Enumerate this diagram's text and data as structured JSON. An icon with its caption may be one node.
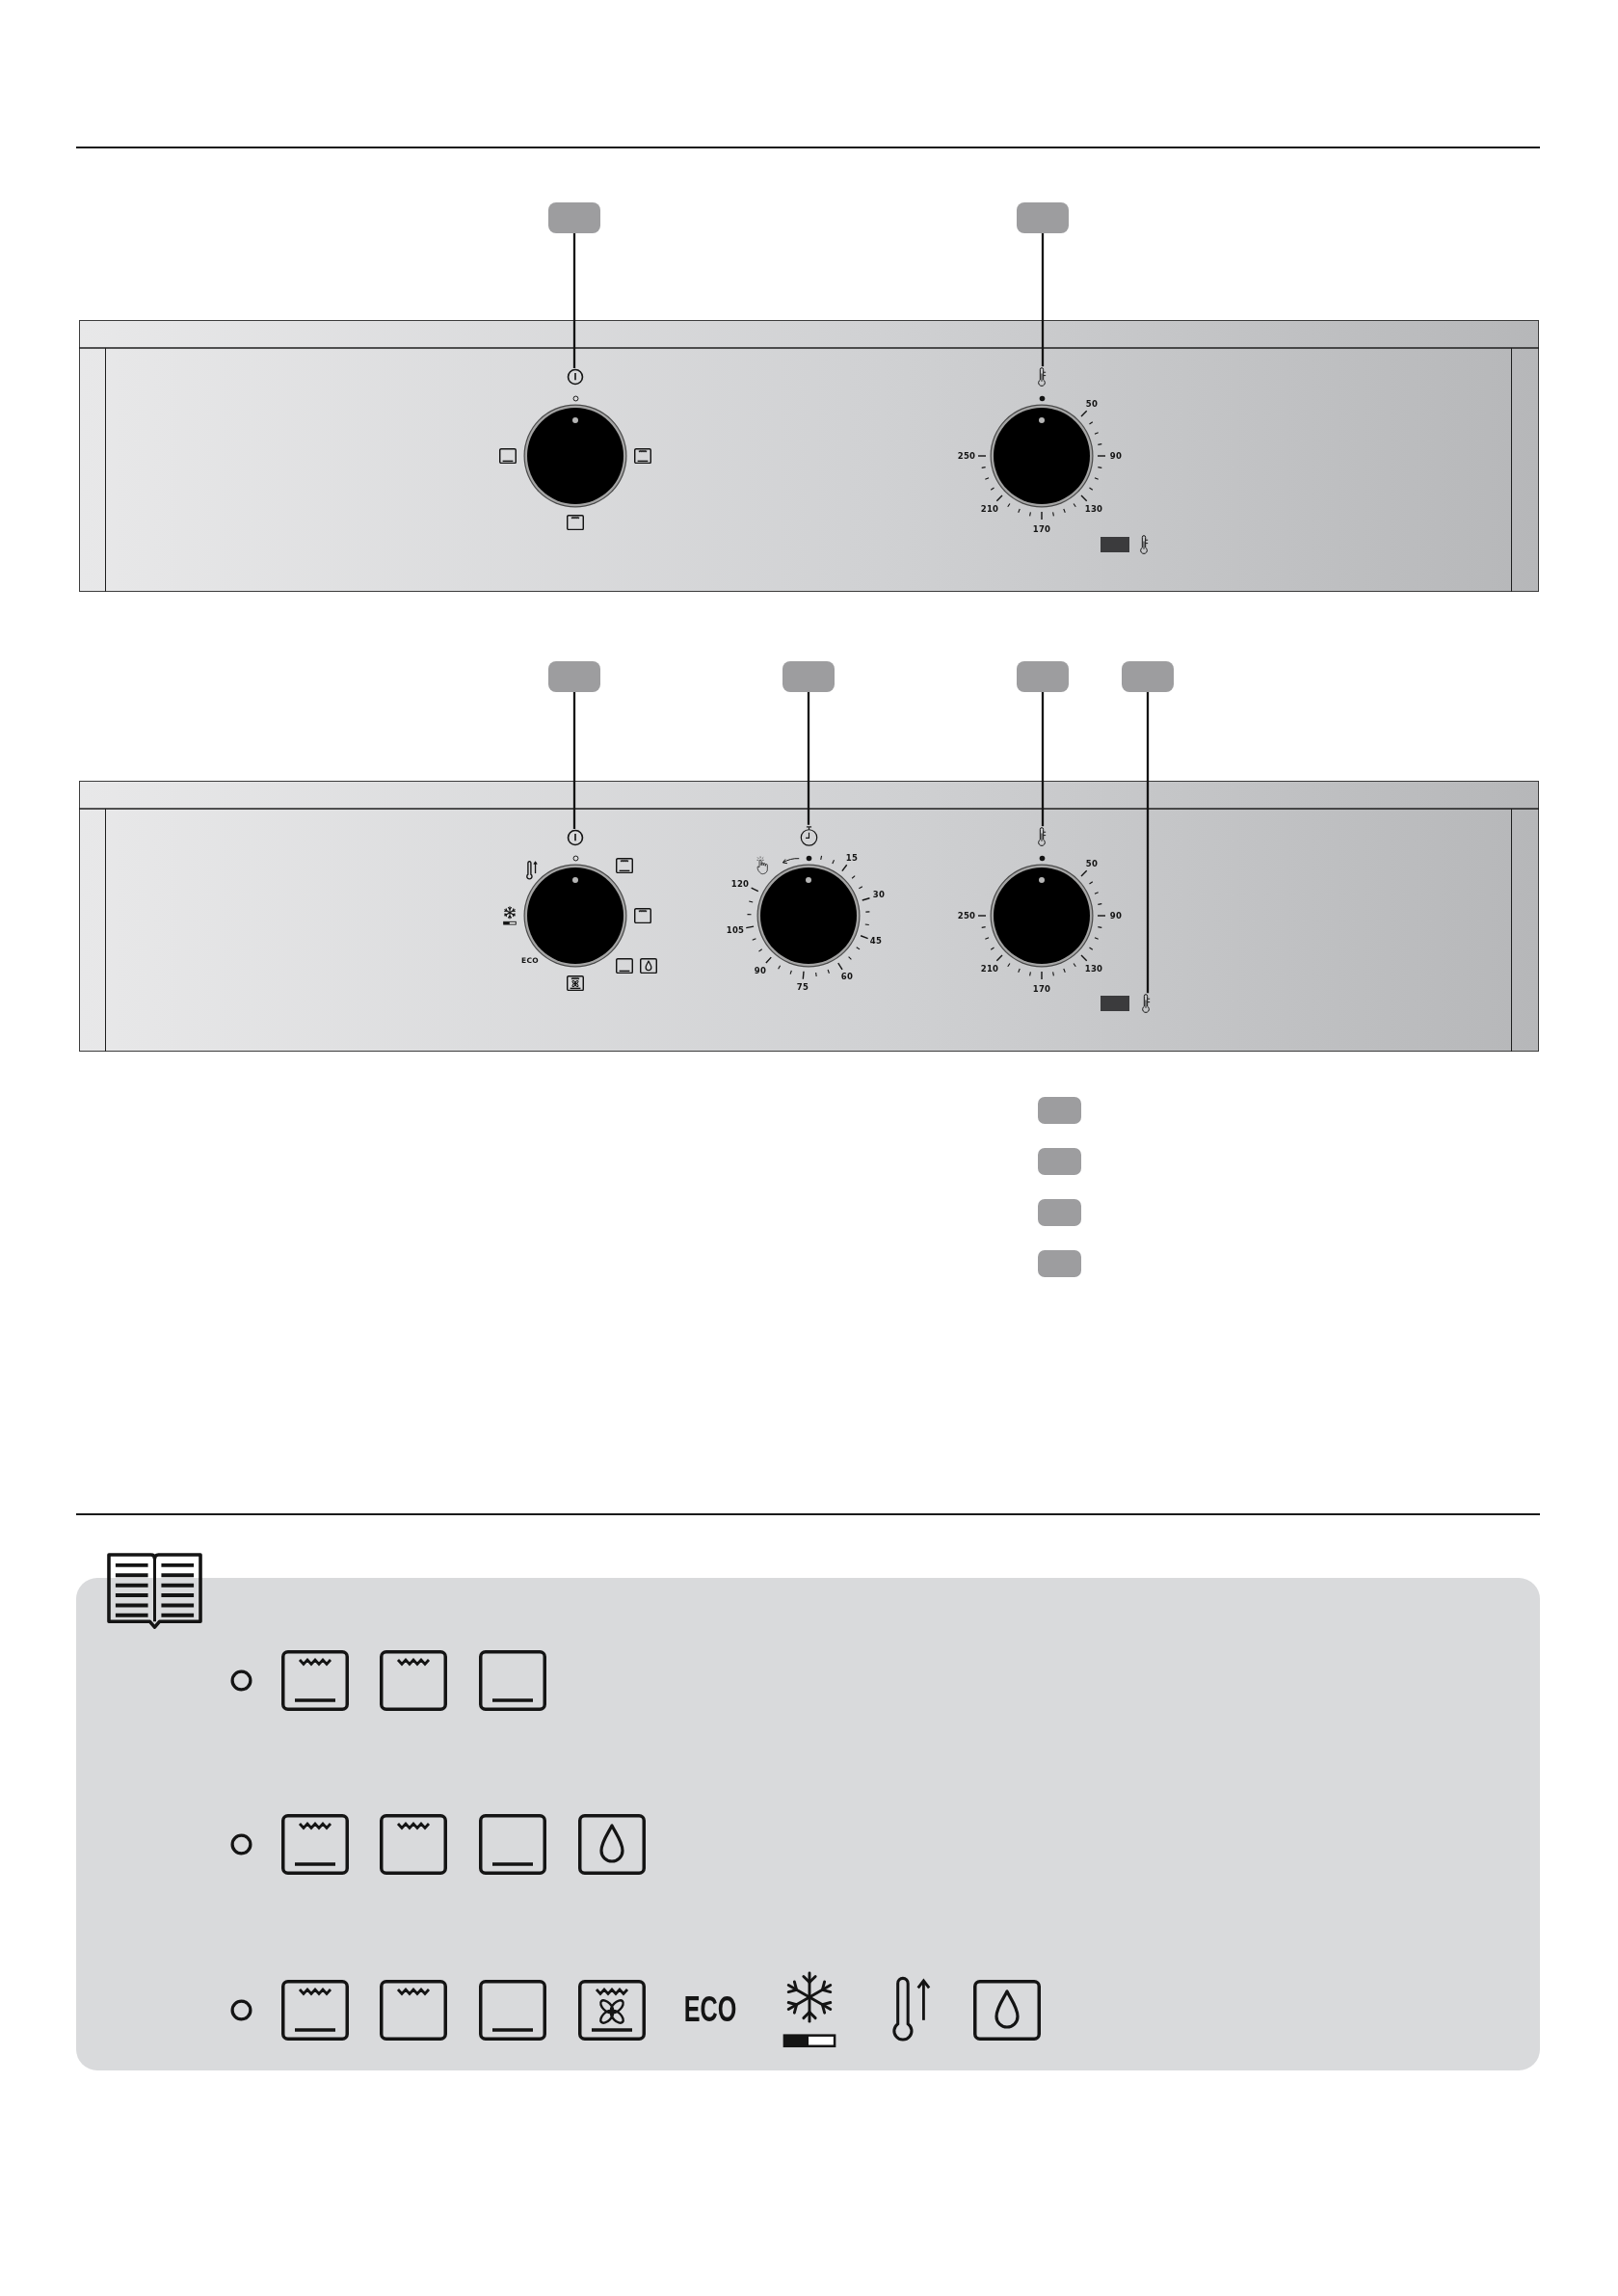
{
  "diagram": {
    "nodes": [
      {
        "text": [],
        "shape": "box"
      },
      {
        "text": [],
        "shape": "box"
      },
      {
        "text": [],
        "shape": "picture"
      },
      {
        "text": [],
        "shape": "picture"
      },
      {
        "text": [],
        "shape": "box"
      },
      {
        "text": [],
        "shape": "box"
      },
      {
        "text": [],
        "shape": "box"
      },
      {
        "text": [],
        "shape": "box"
      },
      {
        "text": [],
        "shape": "picture"
      },
      {
        "text": [],
        "shape": "picture"
      },
      {
        "text": [],
        "shape": "picture"
      },
      {
        "text": [],
        "shape": "picture"
      },
      {
        "text": [],
        "shape": "box"
      },
      {
        "text": [],
        "shape": "box"
      },
      {
        "text": [],
        "shape": "box"
      },
      {
        "text": [],
        "shape": "box"
      }
    ],
    "edges": [
      {
        "from": 0,
        "to": 2,
        "arrow": "none"
      },
      {
        "from": 1,
        "to": 3,
        "arrow": "none"
      },
      {
        "from": 4,
        "to": 8,
        "arrow": "none"
      },
      {
        "from": 5,
        "to": 9,
        "arrow": "none"
      },
      {
        "from": 6,
        "to": 10,
        "arrow": "none"
      },
      {
        "from": 7,
        "to": 11,
        "arrow": "none"
      }
    ],
    "labels": [
      "50",
      "90",
      "130",
      "170",
      "210",
      "250",
      "ECO",
      "15",
      "30",
      "45",
      "60",
      "75",
      "90",
      "105",
      "120",
      "50",
      "90",
      "130",
      "170",
      "210",
      "250",
      "ECO"
    ]
  }
}
